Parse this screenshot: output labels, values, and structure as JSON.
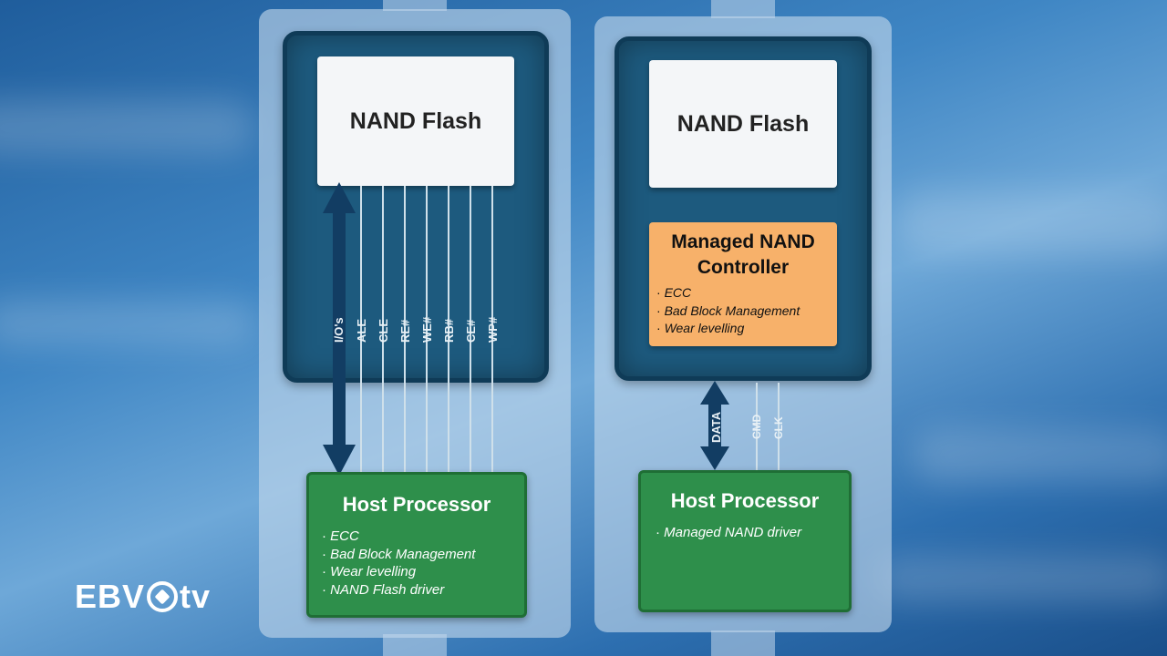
{
  "left": {
    "flash_label": "NAND Flash",
    "signals": [
      "I/O's",
      "ALE",
      "CLE",
      "RE#",
      "WE#",
      "RB#",
      "CE#",
      "WP#"
    ],
    "host": {
      "title": "Host Processor",
      "features": [
        "ECC",
        "Bad Block Management",
        "Wear levelling",
        "NAND Flash driver"
      ]
    }
  },
  "right": {
    "flash_label": "NAND Flash",
    "controller": {
      "title_line1": "Managed NAND",
      "title_line2": "Controller",
      "features": [
        "ECC",
        "Bad Block Management",
        "Wear levelling"
      ]
    },
    "signals": [
      "DATA",
      "CMD",
      "CLK"
    ],
    "host": {
      "title": "Host Processor",
      "features": [
        "Managed NAND driver"
      ]
    }
  },
  "logo": {
    "text_left": "EBV",
    "text_right": "tv"
  },
  "colors": {
    "panel_dark": "#1d5a7e",
    "host_green": "#2e8f4b",
    "controller_orange": "#f7b16a",
    "arrow_navy": "#123d63"
  }
}
